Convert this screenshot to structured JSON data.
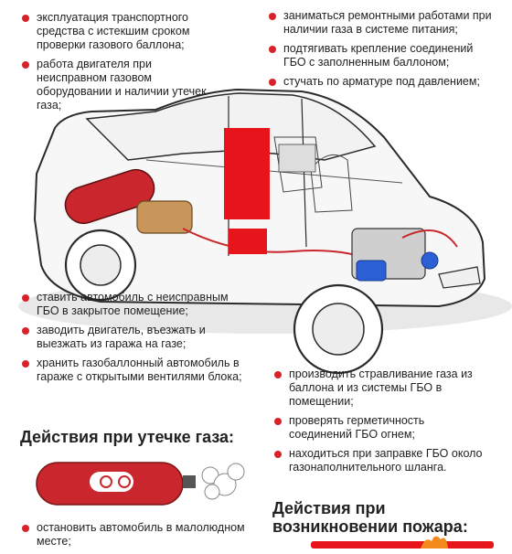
{
  "warnings_top_left": [
    "эксплуатация транспортного средства с истекшим сроком проверки газового баллона;",
    "работа двигателя при неисправном газовом оборудовании и наличии утечек газа;"
  ],
  "warnings_top_right": [
    "заниматься ремонтными работами при наличии газа в системе питания;",
    "подтягивать крепление соединений ГБО с заполненным баллоном;",
    "стучать по арматуре под давлением;"
  ],
  "warnings_mid_left": [
    "ставить автомобиль с неисправным ГБО в закрытое помещение;",
    "заводить двигатель, въезжать и выезжать из гаража на газе;",
    "хранить газобаллонный автомобиль в гараже с открытыми вентилями блока;"
  ],
  "warnings_mid_right": [
    "производить стравливание газа из баллона и из системы ГБО в помещении;",
    "проверять герметичность соединений ГБО огнем;",
    "находиться при заправке ГБО около газонаполнительного шланга."
  ],
  "leak_section": {
    "title": "Действия при утечке газа:",
    "items": [
      "остановить автомобиль в малолюдном месте;"
    ]
  },
  "fire_section": {
    "title_line1": "Действия при",
    "title_line2": "возникновении пожара:"
  },
  "colors": {
    "accent_red": "#d8222a",
    "blue_part": "#2a5fd6",
    "tank_red": "#c9272d",
    "tank_tan": "#c8965a"
  }
}
